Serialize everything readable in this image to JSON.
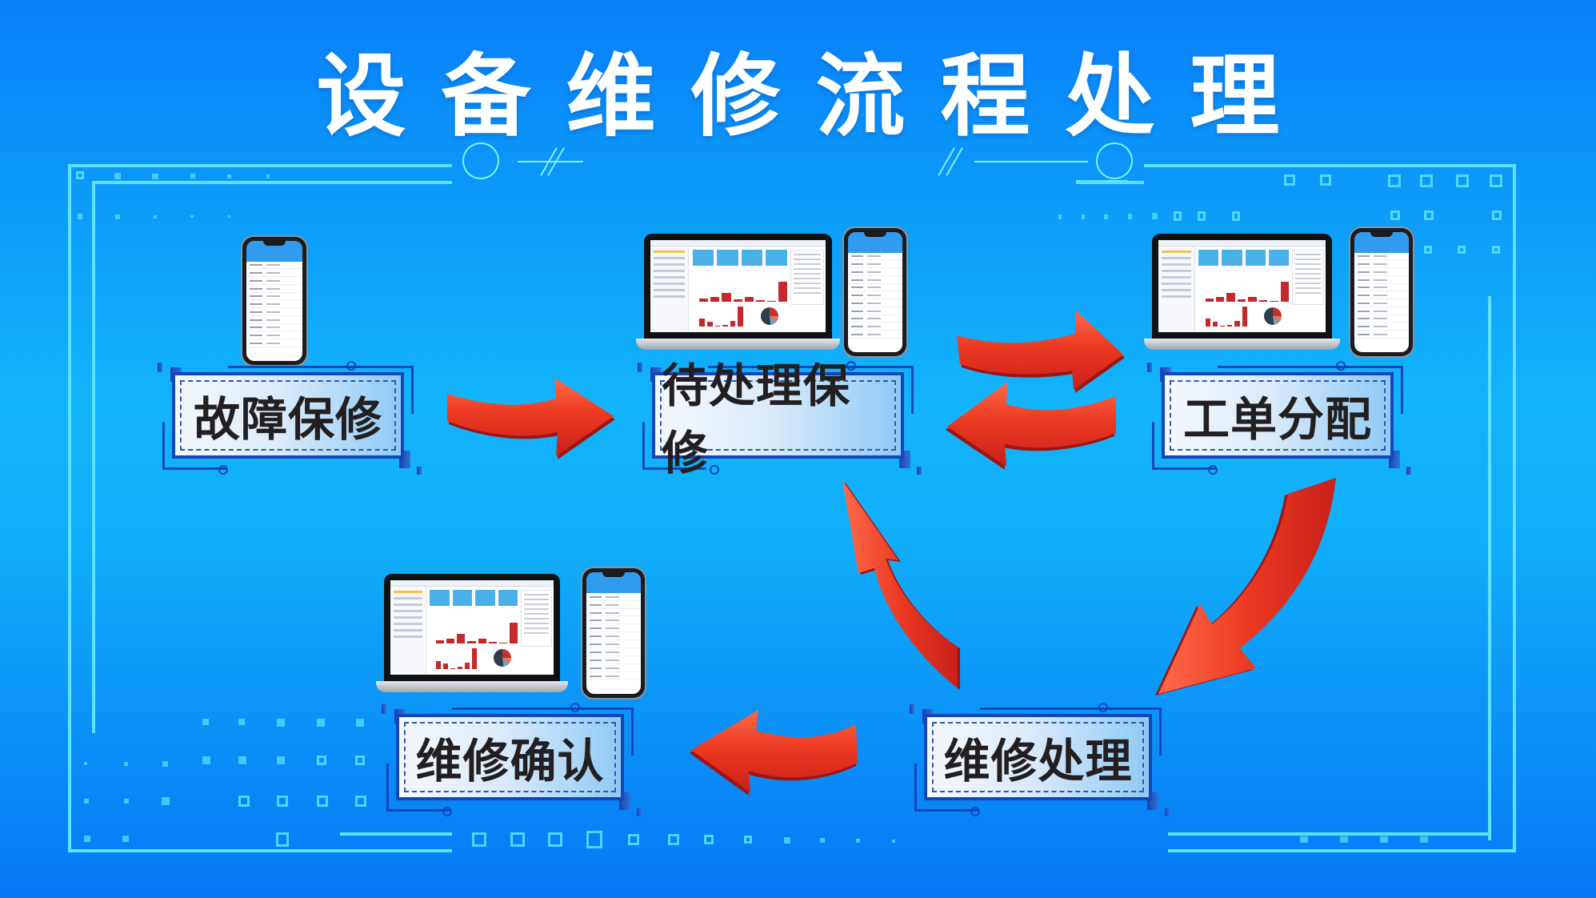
{
  "title": "设备维修流程处理",
  "colors": {
    "background_top": "#0a7ffb",
    "background_mid": "#12b4fb",
    "frame_line": "#5ee2ff",
    "label_border": "#1546b8",
    "label_text": "#231f20",
    "arrow_red": "#e5341f",
    "arrow_dark": "#9e1512"
  },
  "steps": [
    {
      "id": "fault-report",
      "label": "故障保修",
      "devices": [
        "phone"
      ]
    },
    {
      "id": "pending-repair",
      "label": "待处理保修",
      "devices": [
        "laptop",
        "phone"
      ]
    },
    {
      "id": "work-order-assign",
      "label": "工单分配",
      "devices": [
        "laptop",
        "phone"
      ]
    },
    {
      "id": "repair-handling",
      "label": "维修处理",
      "devices": []
    },
    {
      "id": "repair-confirm",
      "label": "维修确认",
      "devices": [
        "laptop",
        "phone"
      ]
    }
  ],
  "flows": [
    {
      "from": "故障保修",
      "to": "待处理保修",
      "icon": "arrow-right-icon"
    },
    {
      "from": "待处理保修",
      "to": "工单分配",
      "icon": "arrow-right-icon"
    },
    {
      "from": "工单分配",
      "to": "待处理保修",
      "icon": "arrow-left-icon"
    },
    {
      "from": "工单分配",
      "to": "维修处理",
      "icon": "curved-arrow-down-icon"
    },
    {
      "from": "维修处理",
      "to": "待处理保修",
      "icon": "curved-arrow-up-icon"
    },
    {
      "from": "维修处理",
      "to": "维修确认",
      "icon": "arrow-left-icon"
    }
  ]
}
